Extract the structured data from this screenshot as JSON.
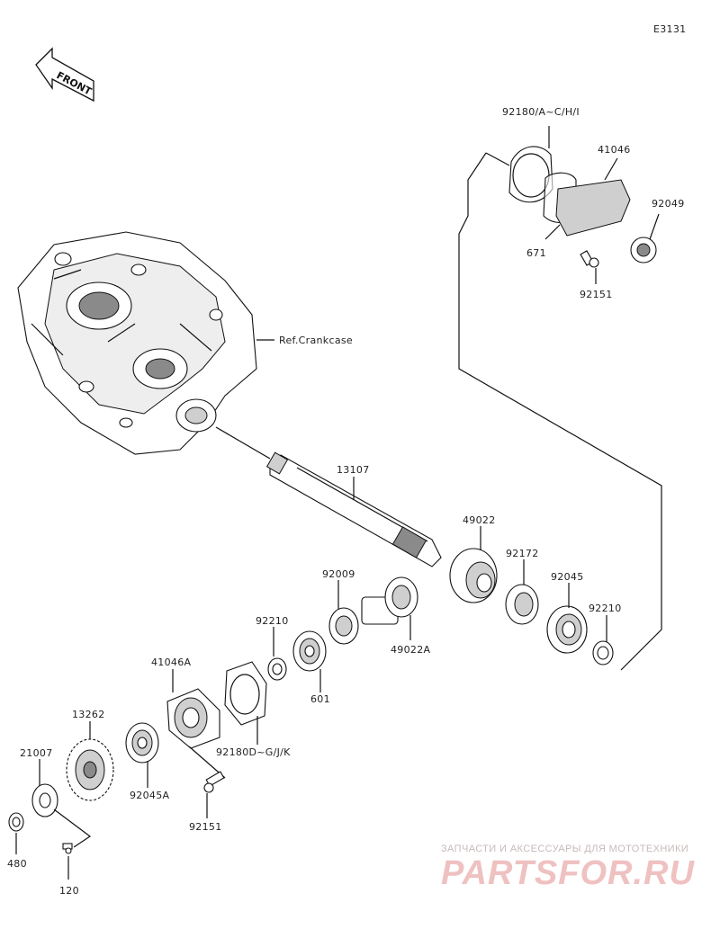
{
  "diagram_code": "E3131",
  "front_label": "FRONT",
  "ref_label": "Ref.Crankcase",
  "labels": {
    "p92180_top": "92180/A~C/H/I",
    "p41046": "41046",
    "p92049": "92049",
    "p671": "671",
    "p92151_top": "92151",
    "p13107": "13107",
    "p49022": "49022",
    "p92009": "92009",
    "p92172": "92172",
    "p92045": "92045",
    "p92210_right": "92210",
    "p49022A": "49022A",
    "p92210_left": "92210",
    "p601": "601",
    "p41046A": "41046A",
    "p92180_bottom": "92180D~G/J/K",
    "p13262": "13262",
    "p21007": "21007",
    "p92045A": "92045A",
    "p92151_bottom": "92151",
    "p480": "480",
    "p120": "120"
  },
  "watermark": {
    "top_text": "ЗАПЧАСТИ И АКСЕССУАРЫ ДЛЯ МОТОТЕХНИКИ",
    "main_text": "PARTSFOR.RU"
  }
}
